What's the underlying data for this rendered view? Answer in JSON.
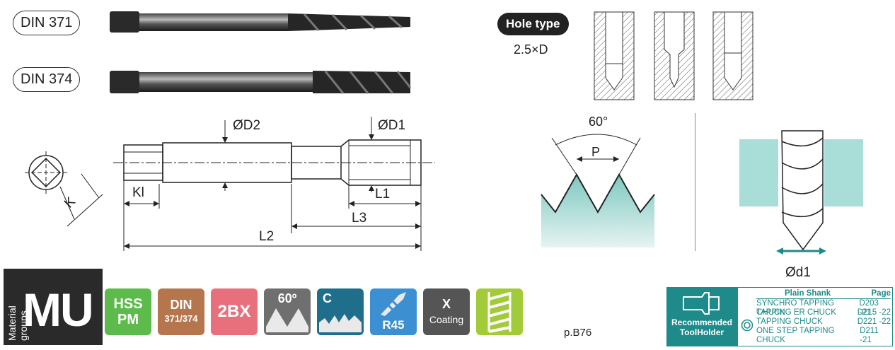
{
  "labels": {
    "din371": "DIN 371",
    "din374": "DIN 374",
    "hole_type": "Hole type",
    "hole_depth": "2.5×D",
    "d2": "ØD2",
    "d1": "ØD1",
    "kl": "Kl",
    "k": "K",
    "l1": "L1",
    "l2": "L2",
    "l3": "L3",
    "angle": "60°",
    "pitch": "P",
    "bore": "Ød1"
  },
  "material": {
    "group_label": "Material groups",
    "code": "MU"
  },
  "badges": [
    {
      "line1": "HSS",
      "line2": "PM",
      "color": "#5cbb4a"
    },
    {
      "line1": "DIN",
      "line2": "371/374",
      "color": "#b5764e"
    },
    {
      "line1": "2BX",
      "line2": "",
      "color": "#e8707c"
    },
    {
      "line1": "60º",
      "line2": "",
      "color": "#6f6f6f"
    },
    {
      "line1": "C",
      "line2": "",
      "color": "#1f6e8c"
    },
    {
      "line1": "",
      "line2": "R45",
      "color": "#3c8fd0"
    },
    {
      "line1": "X",
      "line2": "Coating",
      "color": "#555555"
    },
    {
      "line1": "",
      "line2": "",
      "color": "#a2cb3a"
    }
  ],
  "page_ref": "p.B76",
  "recommended": {
    "title_line1": "Recommended",
    "title_line2": "ToolHolder",
    "header_shank": "Plain Shank",
    "header_page": "Page",
    "rows": [
      {
        "name": "SYNCHRO TAPPING CHUCK",
        "page": "D203 -21"
      },
      {
        "name": "TAPPING ER CHUCK",
        "page": "D215 -22"
      },
      {
        "name": "TAPPING CHUCK",
        "page": "D221 -22"
      },
      {
        "name": "ONE STEP TAPPING CHUCK",
        "page": "D211 -21"
      }
    ]
  }
}
